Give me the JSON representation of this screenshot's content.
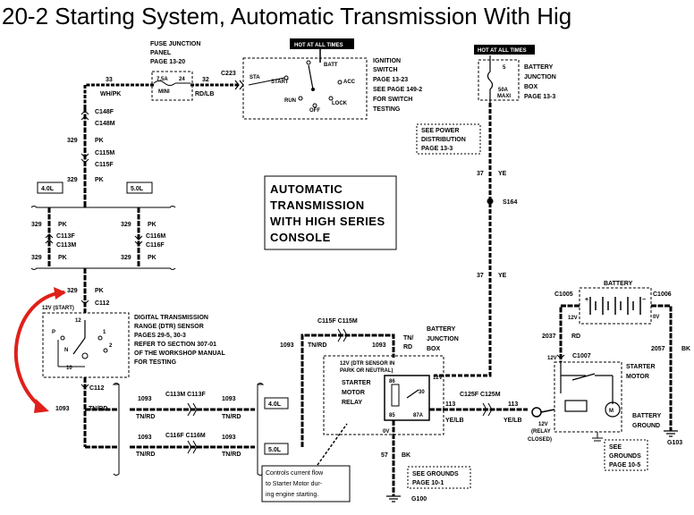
{
  "title": "20-2 Starting System, Automatic Transmission With Hig",
  "hot_labels": [
    "HOT AT ALL TIMES",
    "HOT AT ALL TIMES"
  ],
  "fuse_panel": {
    "lines": [
      "FUSE JUNCTION",
      "PANEL",
      "PAGE 13-20"
    ],
    "fuse_value": "7.5A",
    "fuse_type": "MINI",
    "fuse_number": "24"
  },
  "ignition_switch": {
    "lines": [
      "IGNITION",
      "SWITCH",
      "PAGE 13-23",
      "SEE PAGE 149-2",
      "FOR SWITCH",
      "TESTING"
    ],
    "positions": [
      "STA",
      "START",
      "BATT",
      "ACC",
      "RUN",
      "OFF",
      "LOCK"
    ]
  },
  "battery_junction_box_top": {
    "lines": [
      "BATTERY",
      "JUNCTION",
      "BOX",
      "PAGE 13-3"
    ],
    "fuse_number": "5",
    "fuse_value": "50A",
    "fuse_type": "MAXI"
  },
  "power_distribution_note": [
    "SEE POWER",
    "DISTRIBUTION",
    "PAGE 13-3"
  ],
  "main_label": [
    "AUTOMATIC",
    "TRANSMISSION",
    "WITH HIGH SERIES",
    "CONSOLE"
  ],
  "wires": {
    "w33": "33",
    "wh_pk": "WH/PK",
    "w32": "32",
    "rd_lb": "RD/LB",
    "c223": "C223",
    "c148f": "C148F",
    "c148m": "C148M",
    "w329": "329",
    "pk": "PK",
    "c115m": "C115M",
    "c115f": "C115F",
    "opt40": "4.0L",
    "opt50": "5.0L",
    "c113f": "C113F",
    "c113m": "C113M",
    "c116m": "C116M",
    "c116f": "C116F",
    "c112": "C112",
    "w1093": "1093",
    "tn_rd": "TN/RD",
    "w37": "37",
    "ye": "YE",
    "s164": "S164",
    "c115f_c115m": "C115F C115M",
    "c113m_c113f": "C113M C113F",
    "c116f_c116m": "C116F C116M",
    "tn_rd_slash": "TN/",
    "rd_only": "RD",
    "w113": "113",
    "ye_lb": "YE/LB",
    "c125f_c125m": "C125F C125M",
    "w57": "57",
    "bk": "BK",
    "g100": "G100",
    "c1005": "C1005",
    "c1006": "C1006",
    "c1007": "C1007",
    "w2037": "2037",
    "rd": "RD",
    "w2057": "2057",
    "g103": "G103",
    "w12v": "12V",
    "w0v": "0V"
  },
  "dtr_sensor": {
    "lines": [
      "DIGITAL TRANSMISSION",
      "RANGE (DTR) SENSOR",
      "PAGES 29-5, 30-3",
      "REFER TO SECTION 307-01",
      "OF THE WORKSHOP MANUAL",
      "FOR TESTING"
    ],
    "start_note": "12V (START)",
    "pins": [
      "12",
      "P",
      "N",
      "1",
      "2",
      "10"
    ]
  },
  "battery_junction_box_relay": {
    "lines": [
      "BATTERY",
      "JUNCTION",
      "BOX"
    ],
    "dtr_note": [
      "12V (DTR SENSOR IN",
      "PARK OR NEUTRAL)"
    ],
    "relay_lines": [
      "STARTER",
      "MOTOR",
      "RELAY"
    ],
    "pins": [
      "86",
      "30",
      "85",
      "87A"
    ]
  },
  "starter_motor": {
    "lines": [
      "STARTER",
      "MOTOR"
    ],
    "relay_closed": [
      "12V",
      "(RELAY",
      "CLOSED)"
    ]
  },
  "battery": {
    "label": "BATTERY"
  },
  "battery_ground": [
    "BATTERY",
    "GROUND"
  ],
  "see_grounds_left": [
    "SEE GROUNDS",
    "PAGE 10-1"
  ],
  "see_grounds_right": [
    "SEE",
    "GROUNDS",
    "PAGE 10-5"
  ],
  "note_box": [
    "Controls current flow",
    "to Starter Motor dur-",
    "ing engine starting."
  ]
}
